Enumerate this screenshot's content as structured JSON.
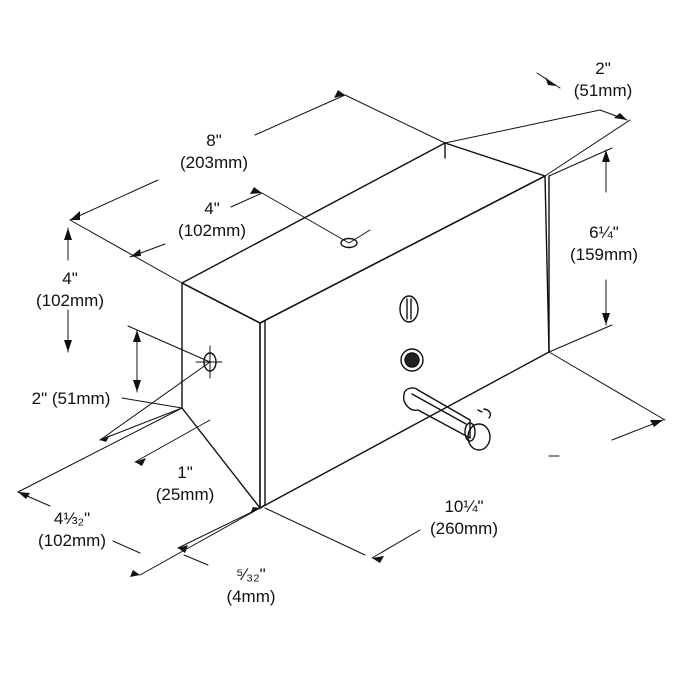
{
  "colors": {
    "line": "#111111",
    "background": "#ffffff",
    "button_fill": "#222222"
  },
  "dimensions": {
    "depth_top": {
      "imperial": "2\"",
      "metric": "(51mm)"
    },
    "width": {
      "imperial": "8\"",
      "metric": "(203mm)"
    },
    "fill_hole": {
      "imperial": "4\"",
      "metric": "(102mm)"
    },
    "height_front": {
      "imperial": "6¼\"",
      "metric": "(159mm)"
    },
    "side_height": {
      "imperial": "4\"",
      "metric": "(102mm)"
    },
    "mount_hole": {
      "text": "2\" (51mm)"
    },
    "mount_offset": {
      "imperial": "1\"",
      "metric": "(25mm)"
    },
    "side_depth": {
      "imperial": "4⅓₂\"",
      "metric": "(102mm)"
    },
    "overall_length": {
      "imperial": "10¼\"",
      "metric": "(260mm)"
    },
    "flange": {
      "imperial": "⁵⁄₃₂\"",
      "metric": "(4mm)"
    }
  }
}
